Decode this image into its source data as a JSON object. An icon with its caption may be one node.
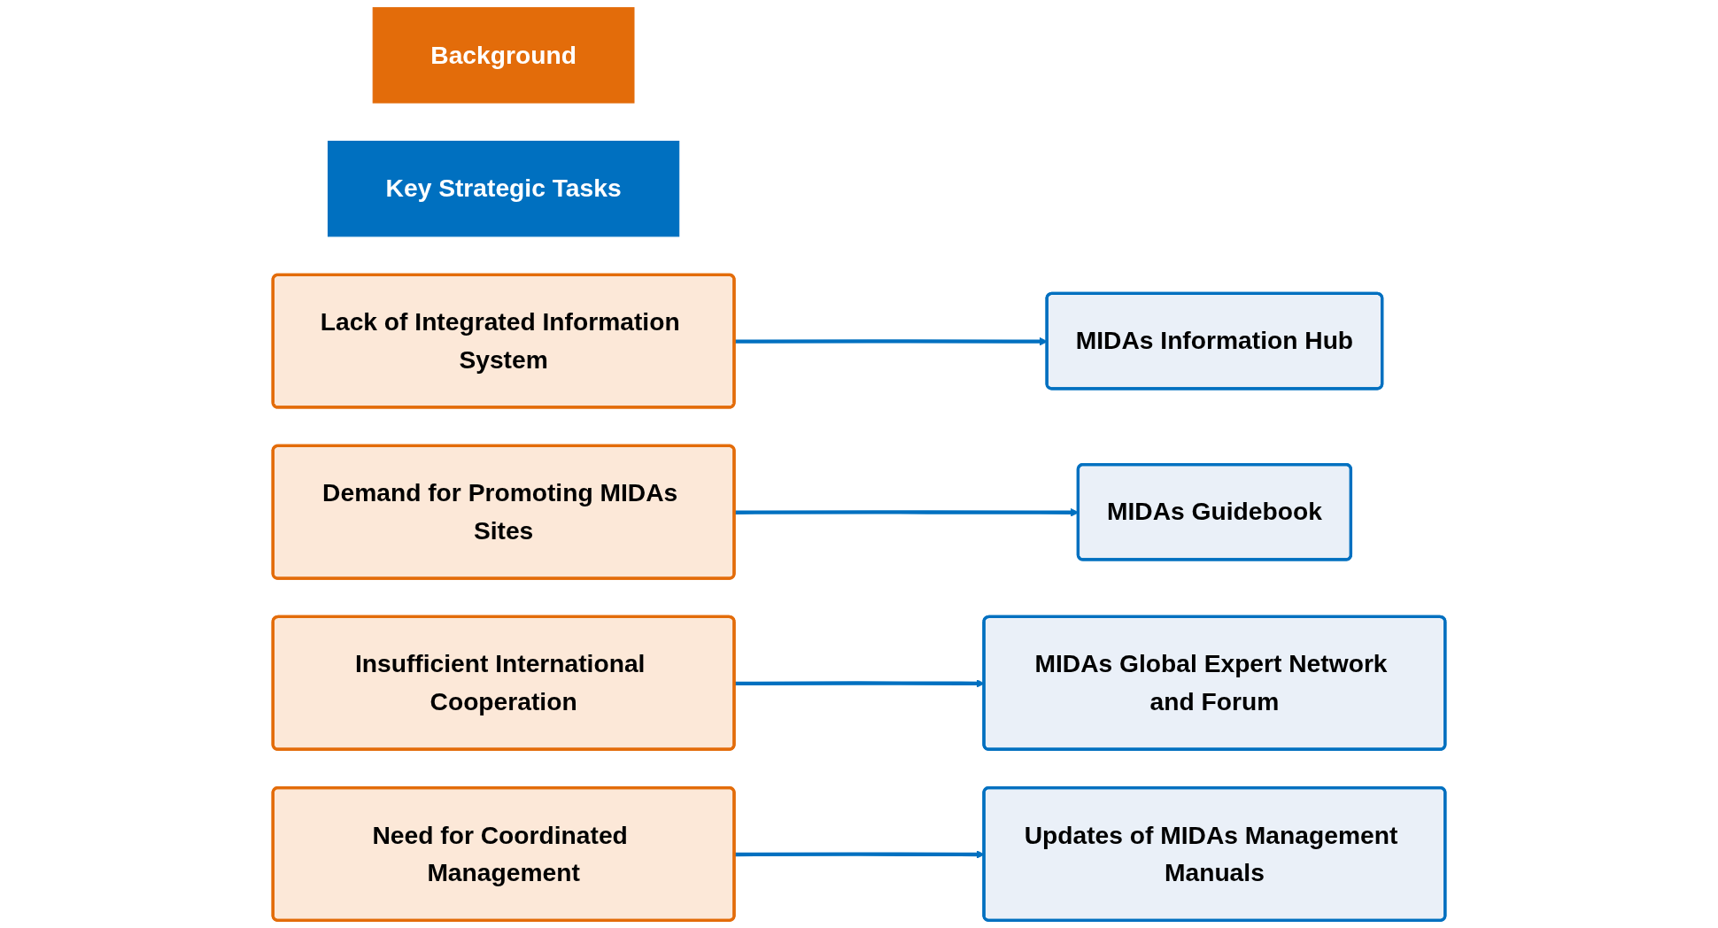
{
  "diagram": {
    "nodes": [
      {
        "text": [
          "Background"
        ]
      },
      {
        "text": [
          "Key Strategic Tasks"
        ]
      },
      {
        "text": [
          "Lack of Integrated Information System"
        ]
      },
      {
        "text": [
          "MIDAs Information Hub"
        ]
      },
      {
        "text": [
          "Demand for Promoting MIDAs Sites"
        ]
      },
      {
        "text": [
          "MIDAs Guidebook"
        ]
      },
      {
        "text": [
          "Insufficient International Cooperation"
        ]
      },
      {
        "text": [
          "MIDAs Global Expert Network and Forum"
        ]
      },
      {
        "text": [
          "Need for Coordinated Management"
        ]
      },
      {
        "text": [
          "Updates of MIDAs Management Manuals"
        ]
      }
    ],
    "edges": [
      {
        "from": 2,
        "to": 3,
        "arrow": "to"
      },
      {
        "from": 4,
        "to": 5,
        "arrow": "to"
      },
      {
        "from": 6,
        "to": 7,
        "arrow": "to"
      },
      {
        "from": 8,
        "to": 9,
        "arrow": "to"
      }
    ]
  }
}
